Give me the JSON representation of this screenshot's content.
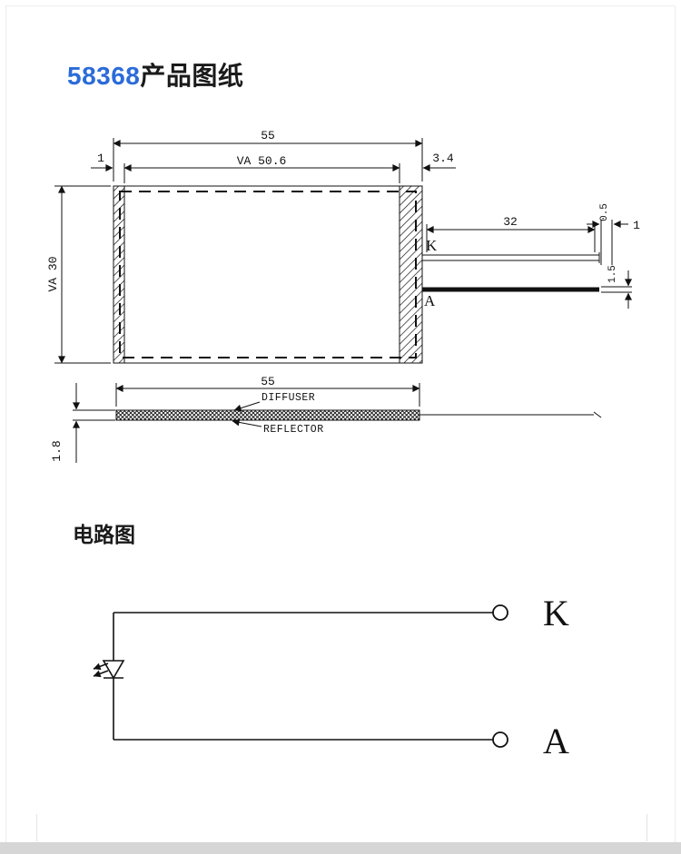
{
  "title": {
    "part": "58368",
    "name": "产品图纸"
  },
  "sections": {
    "circuit_heading": "电路图"
  },
  "top_view": {
    "dim_overall_width": "55",
    "dim_va_width": "VA 50.6",
    "dim_left_edge": "1",
    "dim_right_edge": "3.4",
    "dim_va_height": "VA 30",
    "dim_wire_length": "32",
    "dim_wire_thickness": "0.5",
    "dim_wire_gap": "1",
    "dim_wire_pitch": "1.5",
    "label_cathode": "K",
    "label_anode": "A"
  },
  "side_view": {
    "dim_width": "55",
    "dim_thickness": "1.8",
    "label_diffuser": "DIFFUSER",
    "label_reflector": "REFLECTOR"
  },
  "circuit": {
    "label_cathode": "K",
    "label_anode": "A"
  },
  "colors": {
    "accent_blue": "#2b6bd9",
    "line": "#111111",
    "footer_gray": "#d6d6d6"
  }
}
